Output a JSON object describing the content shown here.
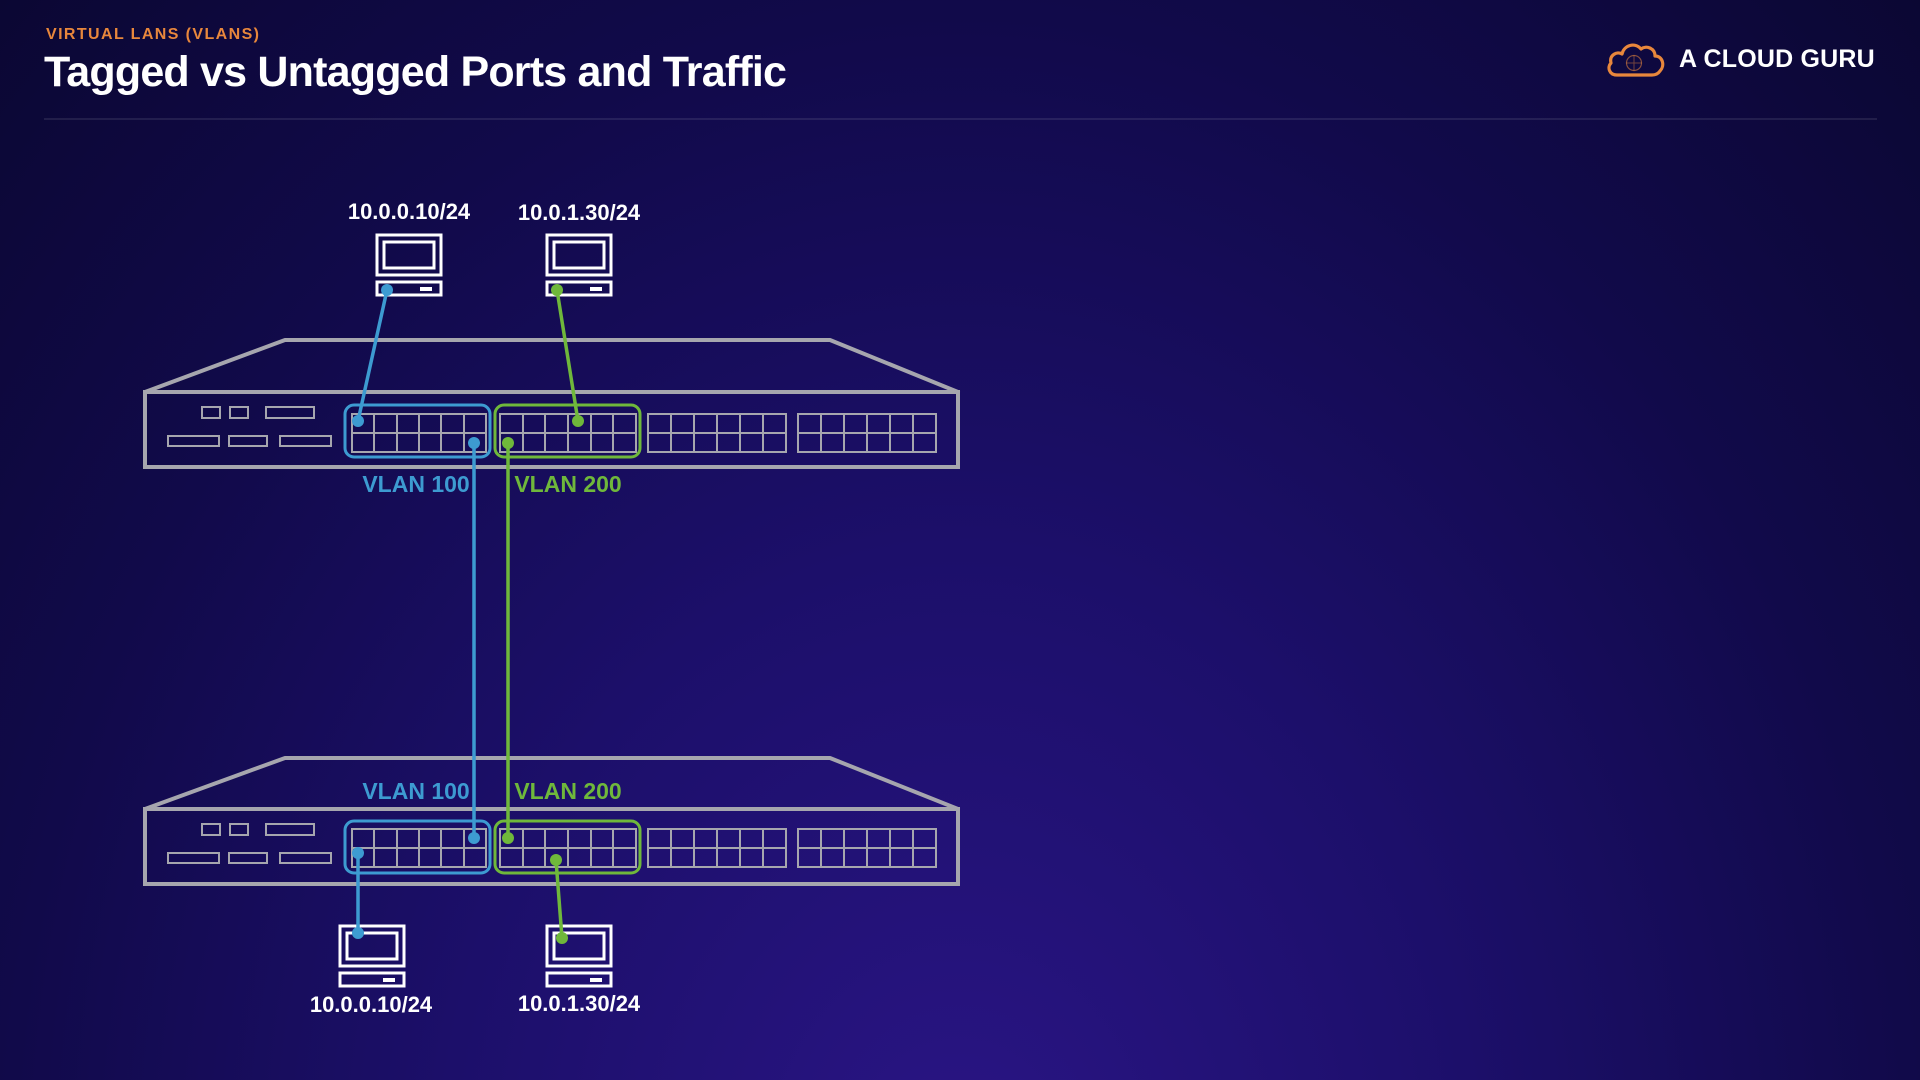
{
  "header": {
    "eyebrow": "VIRTUAL LANS (VLANS)",
    "title": "Tagged vs Untagged Ports and Traffic"
  },
  "brand": {
    "name": "A CLOUD GURU",
    "icon": "cloud-logo-icon"
  },
  "colors": {
    "vlan_100": "#3d9bd1",
    "vlan_200": "#6fb83b",
    "accent": "#e8873c",
    "device": "#a6a6ae"
  },
  "diagram": {
    "top_switch": {
      "hosts": [
        {
          "ip": "10.0.0.10/24",
          "vlan": "100"
        },
        {
          "ip": "10.0.1.30/24",
          "vlan": "200"
        }
      ],
      "vlan_labels": [
        "VLAN 100",
        "VLAN 200"
      ]
    },
    "bottom_switch": {
      "hosts": [
        {
          "ip": "10.0.0.10/24",
          "vlan": "100"
        },
        {
          "ip": "10.0.1.30/24",
          "vlan": "200"
        }
      ],
      "vlan_labels": [
        "VLAN 100",
        "VLAN 200"
      ]
    }
  }
}
